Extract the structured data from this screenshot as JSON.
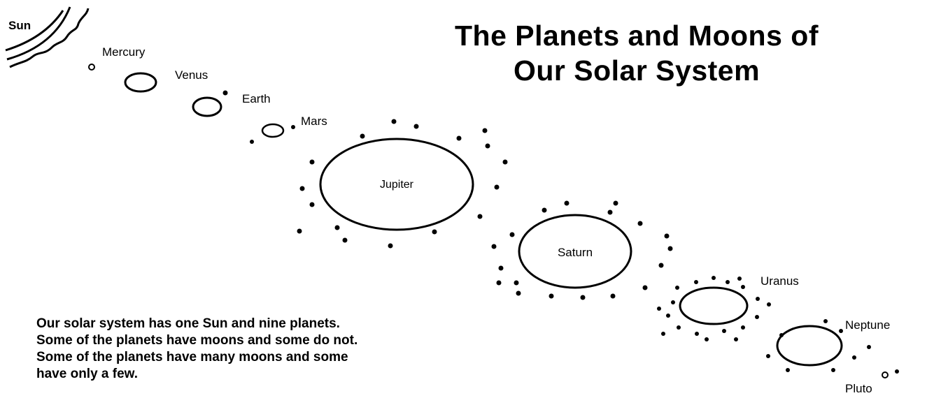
{
  "title": {
    "line1": "The Planets and Moons of",
    "line2": "Our Solar System"
  },
  "caption": {
    "lines": [
      "Our solar system has one Sun and nine planets.",
      "Some of the planets have moons and some do not.",
      "Some of the planets have many moons and some",
      "have only a few."
    ]
  },
  "labels": {
    "sun": "Sun",
    "mercury": "Mercury",
    "venus": "Venus",
    "earth": "Earth",
    "mars": "Mars",
    "jupiter": "Jupiter",
    "saturn": "Saturn",
    "uranus": "Uranus",
    "neptune": "Neptune",
    "pluto": "Pluto"
  },
  "colors": {
    "ink": "#000000",
    "background": "#ffffff"
  }
}
